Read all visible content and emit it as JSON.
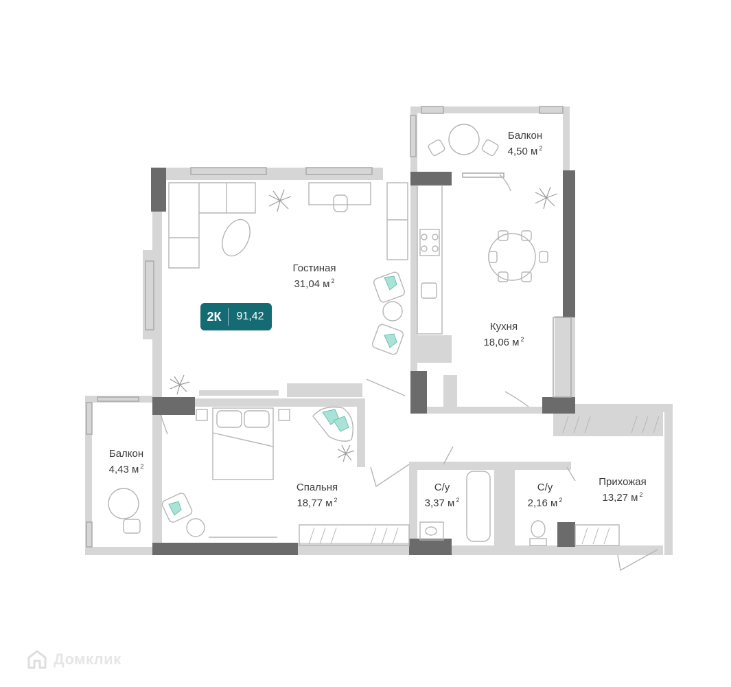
{
  "badge": {
    "rooms": "2К",
    "total_area": "91,42",
    "color": "#146b73"
  },
  "rooms": [
    {
      "id": "balcony-top",
      "name": "Балкон",
      "area": "4,50 м",
      "unit_power": "2"
    },
    {
      "id": "living",
      "name": "Гостиная",
      "area": "31,04 м",
      "unit_power": "2"
    },
    {
      "id": "kitchen",
      "name": "Кухня",
      "area": "18,06 м",
      "unit_power": "2"
    },
    {
      "id": "balcony-left",
      "name": "Балкон",
      "area": "4,43 м",
      "unit_power": "2"
    },
    {
      "id": "bedroom",
      "name": "Спальня",
      "area": "18,77 м",
      "unit_power": "2"
    },
    {
      "id": "bath1",
      "name": "С/у",
      "area": "3,37 м",
      "unit_power": "2"
    },
    {
      "id": "bath2",
      "name": "С/у",
      "area": "2,16 м",
      "unit_power": "2"
    },
    {
      "id": "hall",
      "name": "Прихожая",
      "area": "13,27 м",
      "unit_power": "2"
    }
  ],
  "watermark": {
    "text": "Домклик",
    "icon": "house-logo-icon"
  },
  "colors": {
    "wall_dark": "#6b6b6b",
    "wall_light": "#d4d4d4",
    "line": "#a9a9a9",
    "accent": "#8fd8cc"
  }
}
